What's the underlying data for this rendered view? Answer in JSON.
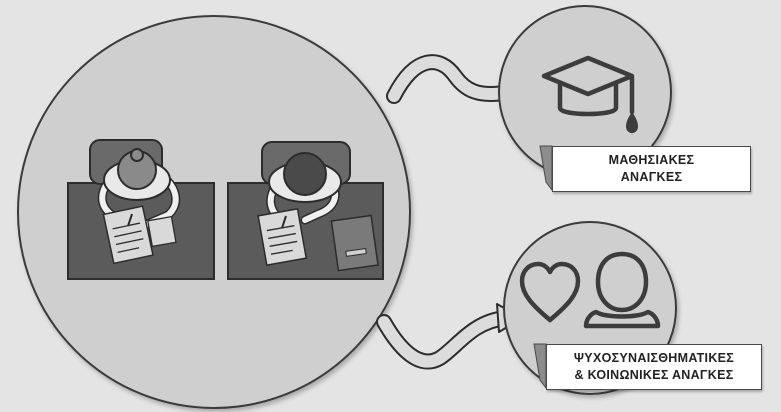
{
  "categories": {
    "learning": {
      "line1": "ΜΑΘΗΣΙΑΚΕΣ",
      "line2": "ΑΝΑΓΚΕΣ",
      "icon": "graduation-cap-icon"
    },
    "socioemotional": {
      "line1": "ΨΥΧΟΣΥΝΑΙΣΘΗΜΑΤΙΚΕΣ",
      "line2": "& ΚΟΙΝΩΝΙΚΕΣ ΑΝΑΓΚΕΣ",
      "icon": "heart-person-icon"
    }
  },
  "colors": {
    "background": "#e4e4e4",
    "circle_fill": "#cfcfcf",
    "outline": "#3a3a3a",
    "desk": "#5b5b5b",
    "paper": "#d9d9d9"
  }
}
